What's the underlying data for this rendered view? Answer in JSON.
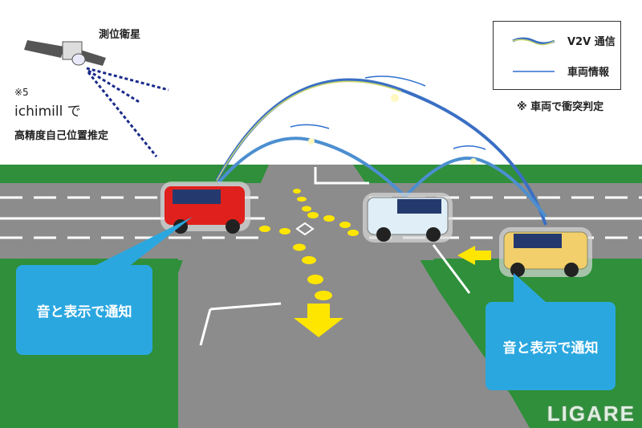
{
  "satellite_label": "測位衛星",
  "note_ref": "※5",
  "ichimill_line": "ichimill で",
  "position_line": "高精度自己位置推定",
  "legend": {
    "v2v_label": "V2V 通信",
    "vehicle_info_label": "車両情報"
  },
  "legend_note": "※ 車両で衝突判定",
  "callout_left": "音と表示で通知",
  "callout_right": "音と表示で通知",
  "watermark": "LIGARE",
  "colors": {
    "ground": "#2e8b3a",
    "road": "#8a8a8a",
    "callout": "#2ba7e0",
    "dots": "#ffe600",
    "red_car": "#e0201c",
    "white_car": "#dfeef7",
    "yellow_car": "#f2cf6a"
  }
}
